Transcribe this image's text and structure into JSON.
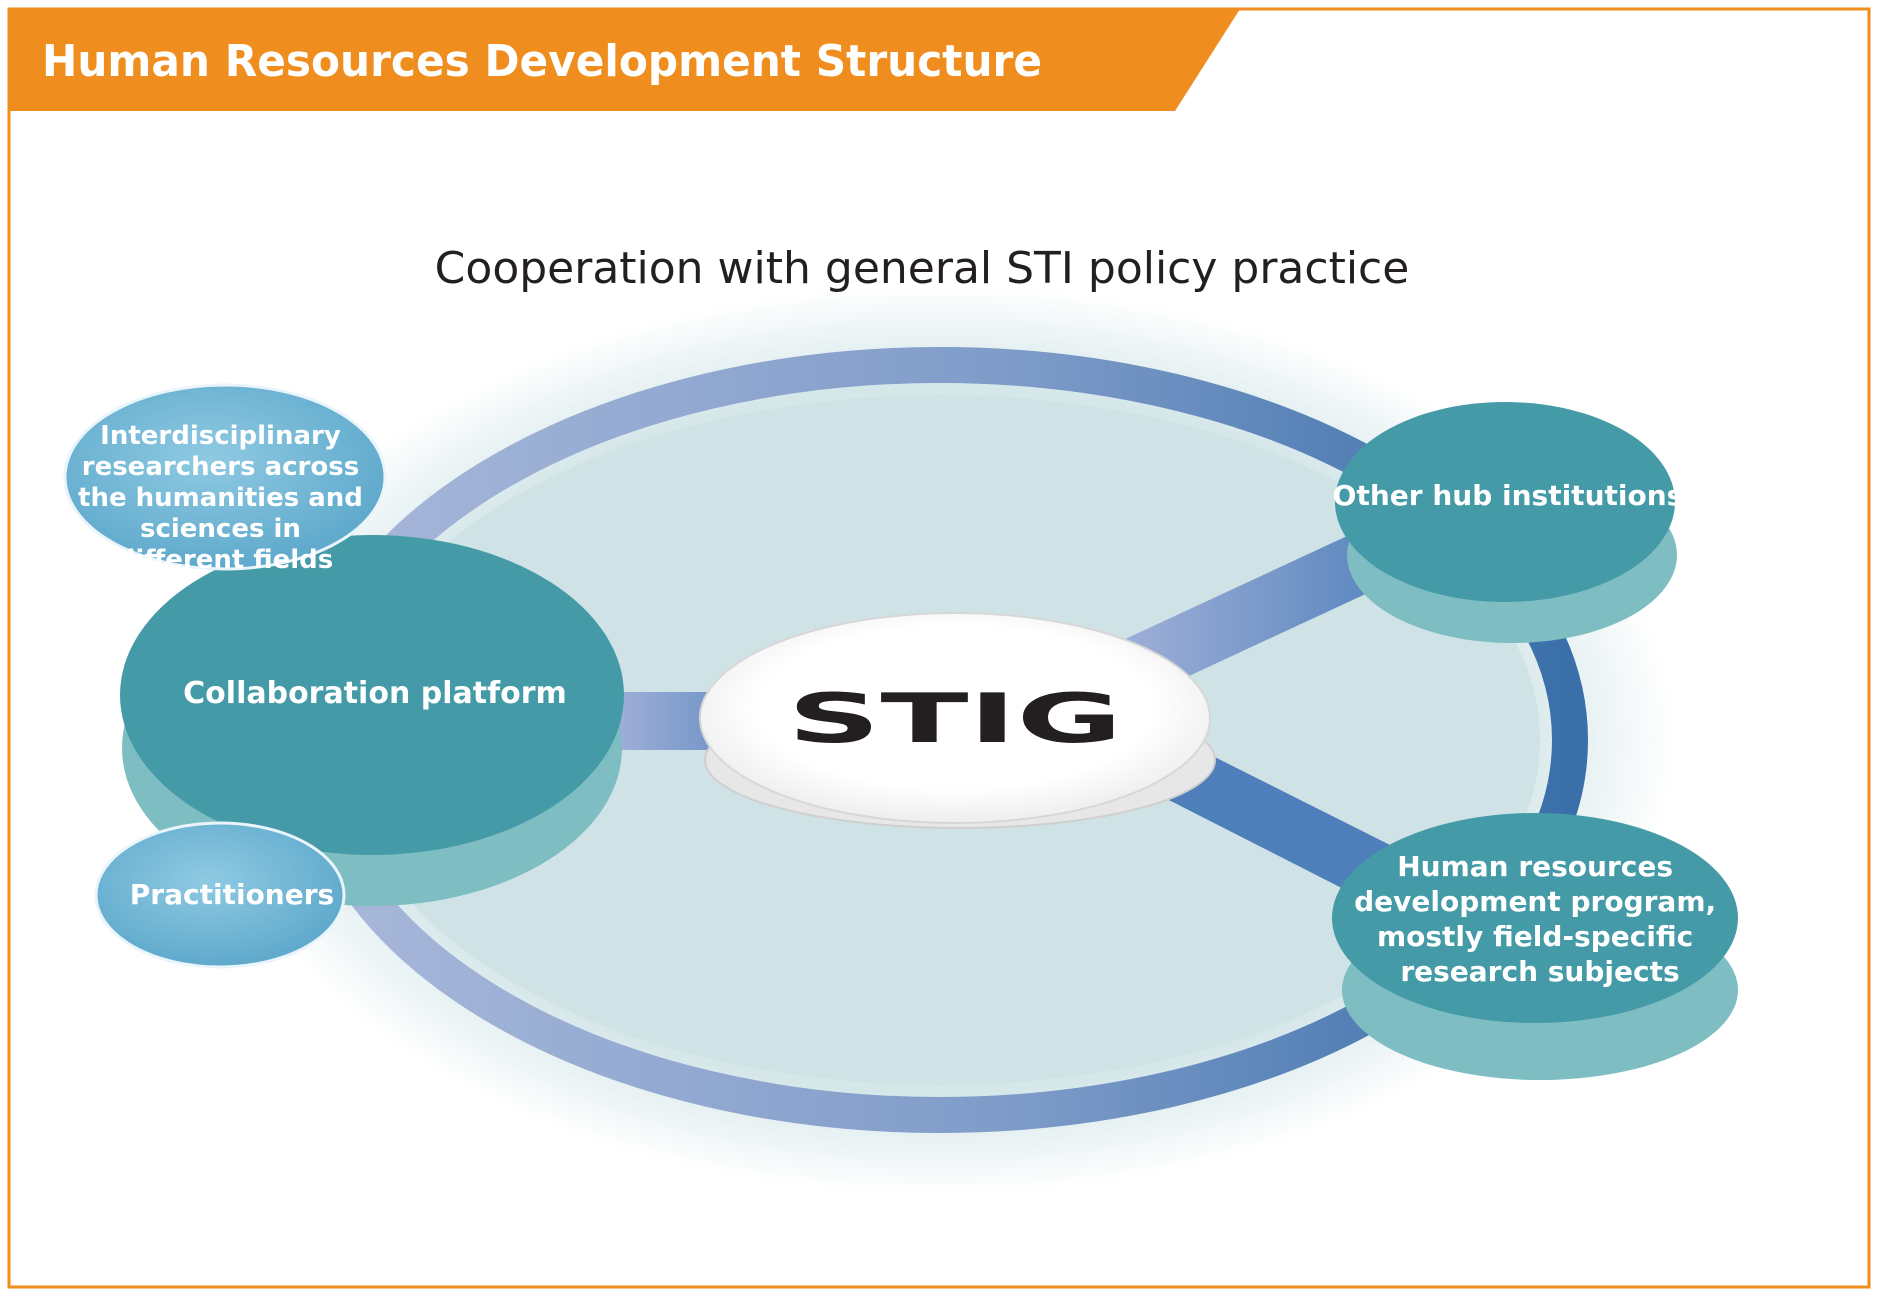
{
  "header": {
    "title": "Human Resources Development Structure"
  },
  "diagram": {
    "heading": "Cooperation with general STI policy practice",
    "center": "STIG",
    "nodes": {
      "collaboration": "Collaboration platform",
      "interdisciplinary": [
        "Interdisciplinary",
        "researchers across",
        "the humanities and",
        "sciences in",
        "different fields"
      ],
      "practitioners": "Practitioners",
      "other_hub": "Other hub institutions",
      "hr_program": [
        "Human resources",
        "development program,",
        "mostly field-specific",
        "research subjects"
      ]
    }
  },
  "colors": {
    "accent_orange": "#ef8d1f",
    "teal_dark": "#449aa6",
    "teal_shadow": "#7ebdc2",
    "light_blue": "#74bad8",
    "ring_blue_light": "#a3b3d6",
    "ring_blue_dark": "#3a70a9",
    "inner_fill": "#cfe3e6"
  }
}
